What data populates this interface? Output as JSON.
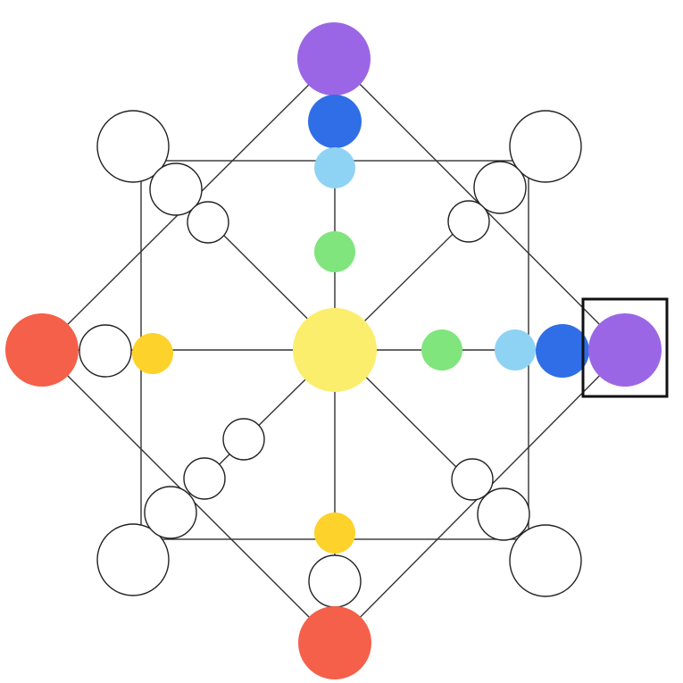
{
  "board": {
    "colors": {
      "purple": "#9b66e5",
      "blue": "#2f6ee6",
      "light_blue": "#8fd3f4",
      "green": "#80e57c",
      "yellow": "#fbee6c",
      "gold": "#fdd22a",
      "red": "#f5604b",
      "empty": "#ffffff",
      "line": "#333333"
    },
    "pieces": [
      {
        "id": "center",
        "color": "yellow",
        "size": "xl"
      },
      {
        "id": "top-purple",
        "color": "purple",
        "size": "large"
      },
      {
        "id": "top-blue",
        "color": "blue",
        "size": "medium"
      },
      {
        "id": "top-light-blue",
        "color": "light_blue",
        "size": "small"
      },
      {
        "id": "top-green",
        "color": "green",
        "size": "small"
      },
      {
        "id": "right-green",
        "color": "green",
        "size": "small"
      },
      {
        "id": "right-light-blue",
        "color": "light_blue",
        "size": "small"
      },
      {
        "id": "right-blue",
        "color": "blue",
        "size": "medium"
      },
      {
        "id": "right-purple",
        "color": "purple",
        "size": "large",
        "selected": true
      },
      {
        "id": "left-gold",
        "color": "gold",
        "size": "small"
      },
      {
        "id": "bottom-gold",
        "color": "gold",
        "size": "small"
      },
      {
        "id": "left-red",
        "color": "red",
        "size": "large"
      },
      {
        "id": "bottom-red",
        "color": "red",
        "size": "large"
      }
    ],
    "selected_piece": "right-purple"
  }
}
